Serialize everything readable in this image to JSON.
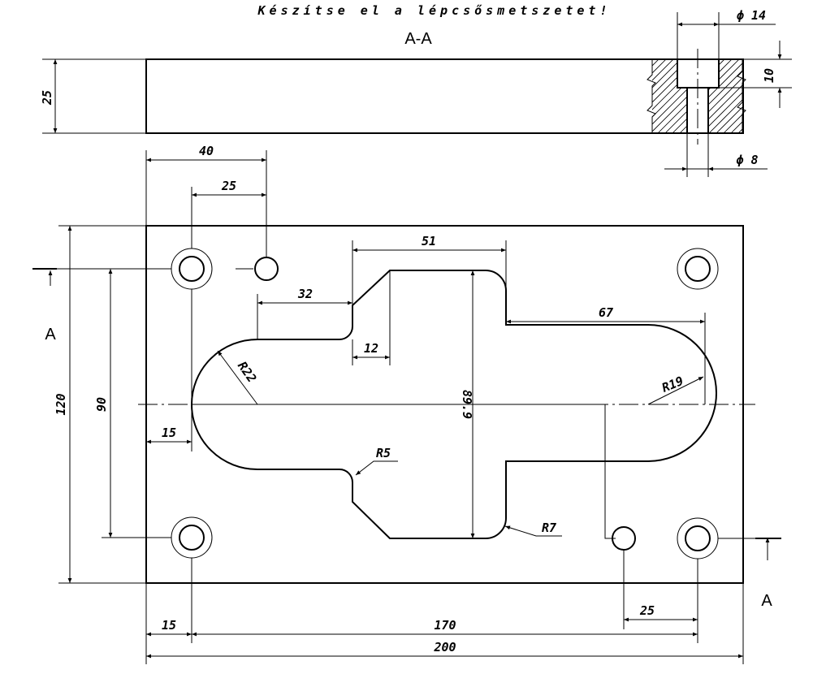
{
  "title": "Készítse el a lépcsősmetszetet!",
  "section_title": "A-A",
  "section_marks": {
    "left": "A",
    "right": "A"
  },
  "dimensions": {
    "thickness": "25",
    "counterbore_diameter": "ϕ 14",
    "counterbore_depth": "10",
    "hole_diameter": "ϕ 8",
    "hole_offset_x": "40",
    "small_hole_offset": "25",
    "slot_width": "51",
    "offset_32": "32",
    "chamfer_12": "12",
    "width_67": "67",
    "height_120": "120",
    "height_90": "90",
    "slot_height": "89.9",
    "radius_22": "R22",
    "radius_19": "R19",
    "radius_5": "R5",
    "radius_7": "R7",
    "left_15": "15",
    "bottom_15": "15",
    "span_170": "170",
    "right_25": "25",
    "total_200": "200"
  }
}
